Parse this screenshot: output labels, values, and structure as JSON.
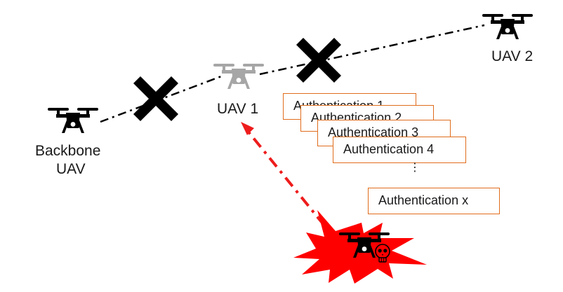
{
  "nodes": {
    "backbone_line1": "Backbone",
    "backbone_line2": "UAV",
    "uav1": "UAV 1",
    "uav2": "UAV 2"
  },
  "authentications": [
    "Authentication 1",
    "Authentication 2",
    "Authentication 3",
    "Authentication 4",
    "Authentication x"
  ],
  "ellipsis": "⋮",
  "colors": {
    "drone": "#000000",
    "uav1_drone": "#a6a6a6",
    "link": "#000000",
    "attack_link": "#ee1c1c",
    "attack_burst": "#ff0000",
    "box_border": "#e06c1c",
    "cross": "#000000"
  },
  "icons": {
    "blocked_link": "cross-icon",
    "attacker_marker": "skull-icon"
  }
}
